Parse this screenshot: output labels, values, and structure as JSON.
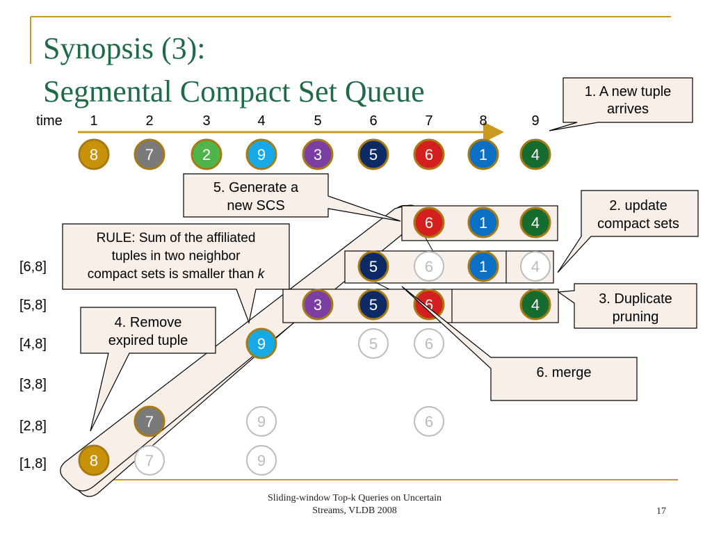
{
  "title": {
    "line1": "Synopsis (3):",
    "line2": "Segmental Compact Set Queue"
  },
  "time_label": "time",
  "time_ticks": [
    "1",
    "2",
    "3",
    "4",
    "5",
    "6",
    "7",
    "8",
    "9"
  ],
  "stream": [
    {
      "label": "8",
      "color": "#c9920b"
    },
    {
      "label": "7",
      "color": "#7a7a7a"
    },
    {
      "label": "2",
      "color": "#4fb54a"
    },
    {
      "label": "9",
      "color": "#17a9e6"
    },
    {
      "label": "3",
      "color": "#7b3fa3"
    },
    {
      "label": "5",
      "color": "#0d2a66"
    },
    {
      "label": "6",
      "color": "#d41f1f"
    },
    {
      "label": "1",
      "color": "#0b6fc4"
    },
    {
      "label": "4",
      "color": "#166b2e"
    }
  ],
  "row_labels": [
    "[6,8]",
    "[5,8]",
    "[4,8]",
    "[3,8]",
    "[2,8]",
    "[1,8]"
  ],
  "callouts": {
    "new_tuple": "1. A new tuple arrives",
    "update": "2. update compact sets",
    "duplicate": "3. Duplicate pruning",
    "remove": "4. Remove expired tuple",
    "generate": "5. Generate a new SCS",
    "merge": "6. merge",
    "rule_prefix": "RULE: Sum of the affiliated tuples in two neighbor compact sets is smaller than ",
    "rule_k": "k"
  },
  "colors": {
    "title": "#1e6b46",
    "accent": "#c99a1e",
    "callout_fill": "#f8efe9",
    "faded": "#bbbbbb",
    "ring": "#a77a14"
  },
  "footer": {
    "line1": "Sliding-window Top-k Queries on Uncertain",
    "line2": "Streams, VLDB 2008",
    "page": "17"
  }
}
